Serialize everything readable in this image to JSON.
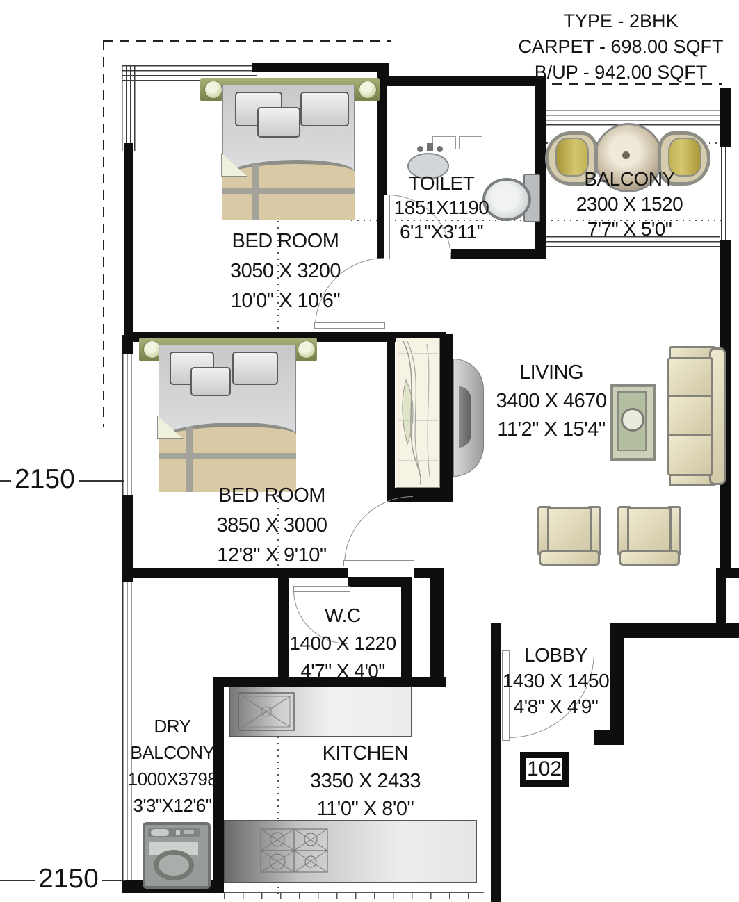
{
  "title_block": {
    "type": "TYPE - 2BHK",
    "carpet": "CARPET - 698.00 SQFT",
    "built_up": "B/UP - 942.00 SQFT"
  },
  "rooms": {
    "bedroom1": {
      "name": "BED ROOM",
      "size_mm": "3050 X 3200",
      "size_ft": "10'0\" X 10'6\""
    },
    "toilet": {
      "name": "TOILET",
      "size_mm": "1851X1190",
      "size_ft": "6'1\"X3'11\""
    },
    "balcony": {
      "name": "BALCONY",
      "size_mm": "2300 X 1520",
      "size_ft": "7'7\" X 5'0\""
    },
    "living": {
      "name": "LIVING",
      "size_mm": "3400 X 4670",
      "size_ft": "11'2\" X 15'4\""
    },
    "bedroom2": {
      "name": "BED ROOM",
      "size_mm": "3850 X 3000",
      "size_ft": "12'8\" X 9'10\""
    },
    "wc": {
      "name": "W.C",
      "size_mm": "1400 X 1220",
      "size_ft": "4'7\" X 4'0\""
    },
    "lobby": {
      "name": "LOBBY",
      "size_mm": "1430 X 1450",
      "size_ft": "4'8\" X 4'9\""
    },
    "dry_balcony": {
      "name_line1": "DRY",
      "name_line2": "BALCONY",
      "size_mm": "1000X3798",
      "size_ft": "3'3\"X12'6\""
    },
    "kitchen": {
      "name": "KITCHEN",
      "size_mm": "3350 X 2433",
      "size_ft": "11'0\" X 8'0\""
    }
  },
  "unit_number": "102",
  "dimension_markers": {
    "upper": "2150",
    "lower": "2150"
  },
  "colors": {
    "wall": "#0e0e0e",
    "headboard_olive": "#8e9660",
    "bed_blanket_tan": "#d9caa5",
    "bed_sheet_gray": "#d5d6d8",
    "balcony_chair_khaki": "#c9b75e",
    "sofa_cream": "#e3ddc2",
    "coffee_table_green": "#b4bfa2",
    "counter_gray": "#bdbdbd",
    "fixture_gray": "#c3c7c9"
  }
}
